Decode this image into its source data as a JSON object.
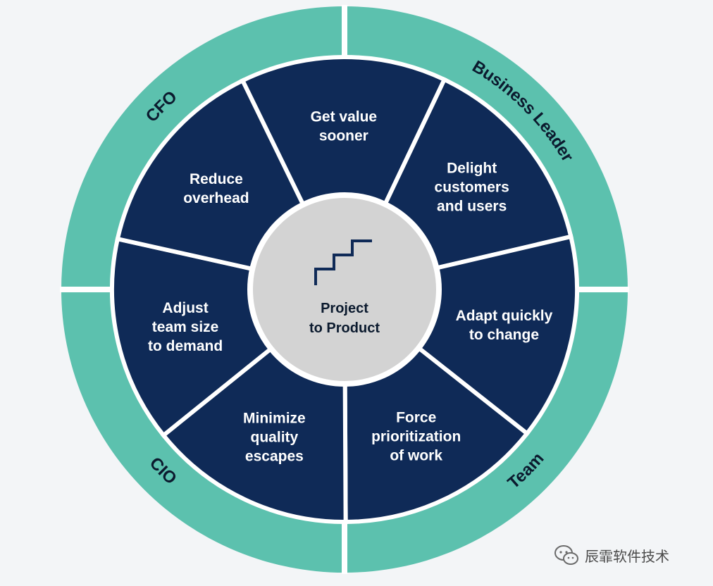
{
  "diagram": {
    "center": {
      "lines": [
        "Project",
        "to Product"
      ],
      "icon": "staircase-icon"
    },
    "segments": [
      {
        "lines": [
          "Get value",
          "sooner"
        ]
      },
      {
        "lines": [
          "Delight",
          "customers",
          "and users"
        ]
      },
      {
        "lines": [
          "Adapt quickly",
          "to change"
        ]
      },
      {
        "lines": [
          "Force",
          "prioritization",
          "of work"
        ]
      },
      {
        "lines": [
          "Minimize",
          "quality",
          "escapes"
        ]
      },
      {
        "lines": [
          "Adjust",
          "team size",
          "to demand"
        ]
      },
      {
        "lines": [
          "Reduce",
          "overhead"
        ]
      }
    ],
    "ring_labels": [
      "Business Leader",
      "Team",
      "CIO",
      "CFO"
    ]
  },
  "watermark": {
    "text": "辰霏软件技术",
    "icon": "wechat-icon"
  },
  "colors": {
    "background": "#f3f5f7",
    "ring": "#5cc1ae",
    "segment": "#0f2a57",
    "center": "#d3d3d3",
    "divider": "#ffffff",
    "text_dark": "#0b1a2e"
  }
}
